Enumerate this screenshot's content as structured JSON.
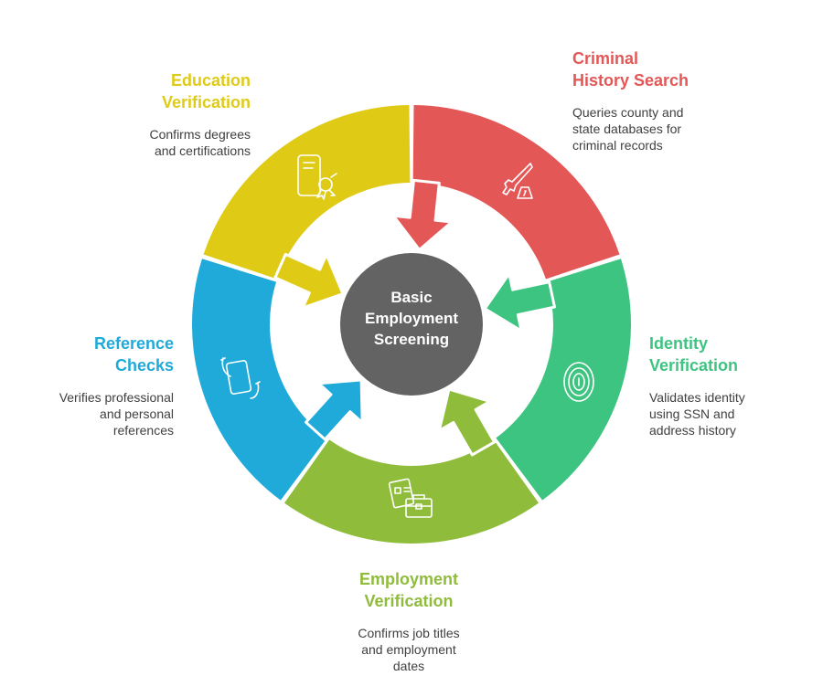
{
  "center": {
    "lines": [
      "Basic",
      "Employment",
      "Screening"
    ],
    "color": "#636363"
  },
  "segments": [
    {
      "id": "criminal",
      "title_lines": [
        "Criminal",
        "History Search"
      ],
      "desc_lines": [
        "Queries county and",
        "state databases for",
        "criminal records"
      ],
      "color": "#E35757",
      "icon": "knife-evidence-icon"
    },
    {
      "id": "identity",
      "title_lines": [
        "Identity",
        "Verification"
      ],
      "desc_lines": [
        "Validates identity",
        "using SSN and",
        "address history"
      ],
      "color": "#3EC481",
      "icon": "fingerprint-icon"
    },
    {
      "id": "employment",
      "title_lines": [
        "Employment",
        "Verification"
      ],
      "desc_lines": [
        "Confirms job titles",
        "and employment",
        "dates"
      ],
      "color": "#8FBC3A",
      "icon": "briefcase-documents-icon"
    },
    {
      "id": "reference",
      "title_lines": [
        "Reference",
        "Checks"
      ],
      "desc_lines": [
        "Verifies professional",
        "and personal",
        "references"
      ],
      "color": "#1FAAD9",
      "icon": "hand-phone-icon"
    },
    {
      "id": "education",
      "title_lines": [
        "Education",
        "Verification"
      ],
      "desc_lines": [
        "Confirms degrees",
        "and certifications"
      ],
      "color": "#DFCB16",
      "icon": "certificate-icon"
    }
  ]
}
